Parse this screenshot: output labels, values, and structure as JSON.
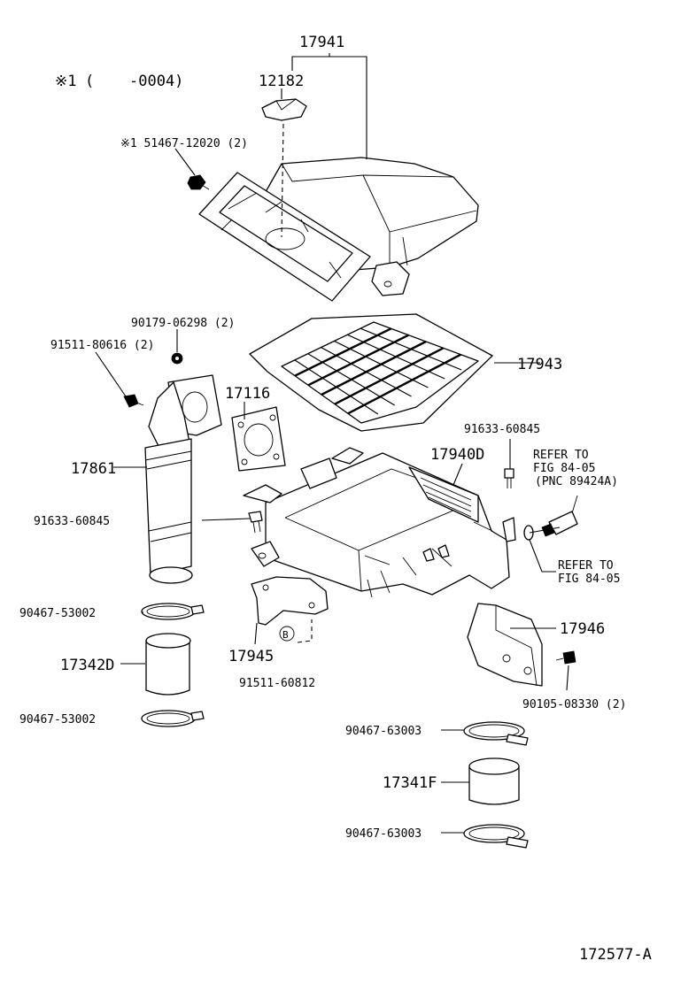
{
  "note": {
    "symbol": "※1",
    "open_paren": "(",
    "range": "-0004)"
  },
  "labels": {
    "air_cleaner_cap": "17941",
    "plug": "12182",
    "screw_top": "※1 51467-12020 (2)",
    "nut_clip": "90179-06298 (2)",
    "bolt_left": "91511-80616 (2)",
    "gasket": "17116",
    "element": "17943",
    "pipe": "17861",
    "bolt_mid": "91633-60845",
    "bolt_right": "91633-60845",
    "intercooler": "17940D",
    "refer_top_1": "REFER TO",
    "refer_top_2": "FIG 84-05",
    "refer_top_3": "(PNC 89424A)",
    "refer_bot_1": "REFER TO",
    "refer_bot_2": "FIG 84-05",
    "clamp_left_top": "90467-53002",
    "hose_left": "17342D",
    "clamp_left_bottom": "90467-53002",
    "bracket": "17945",
    "bolt_b": "91511-60812",
    "bolt_b_marker": "B",
    "heat_shield": "17946",
    "bolt_shield": "90105-08330 (2)",
    "clamp_right_top": "90467-63003",
    "hose_right": "17341F",
    "clamp_right_bottom": "90467-63003",
    "diagram_id": "172577-A"
  }
}
